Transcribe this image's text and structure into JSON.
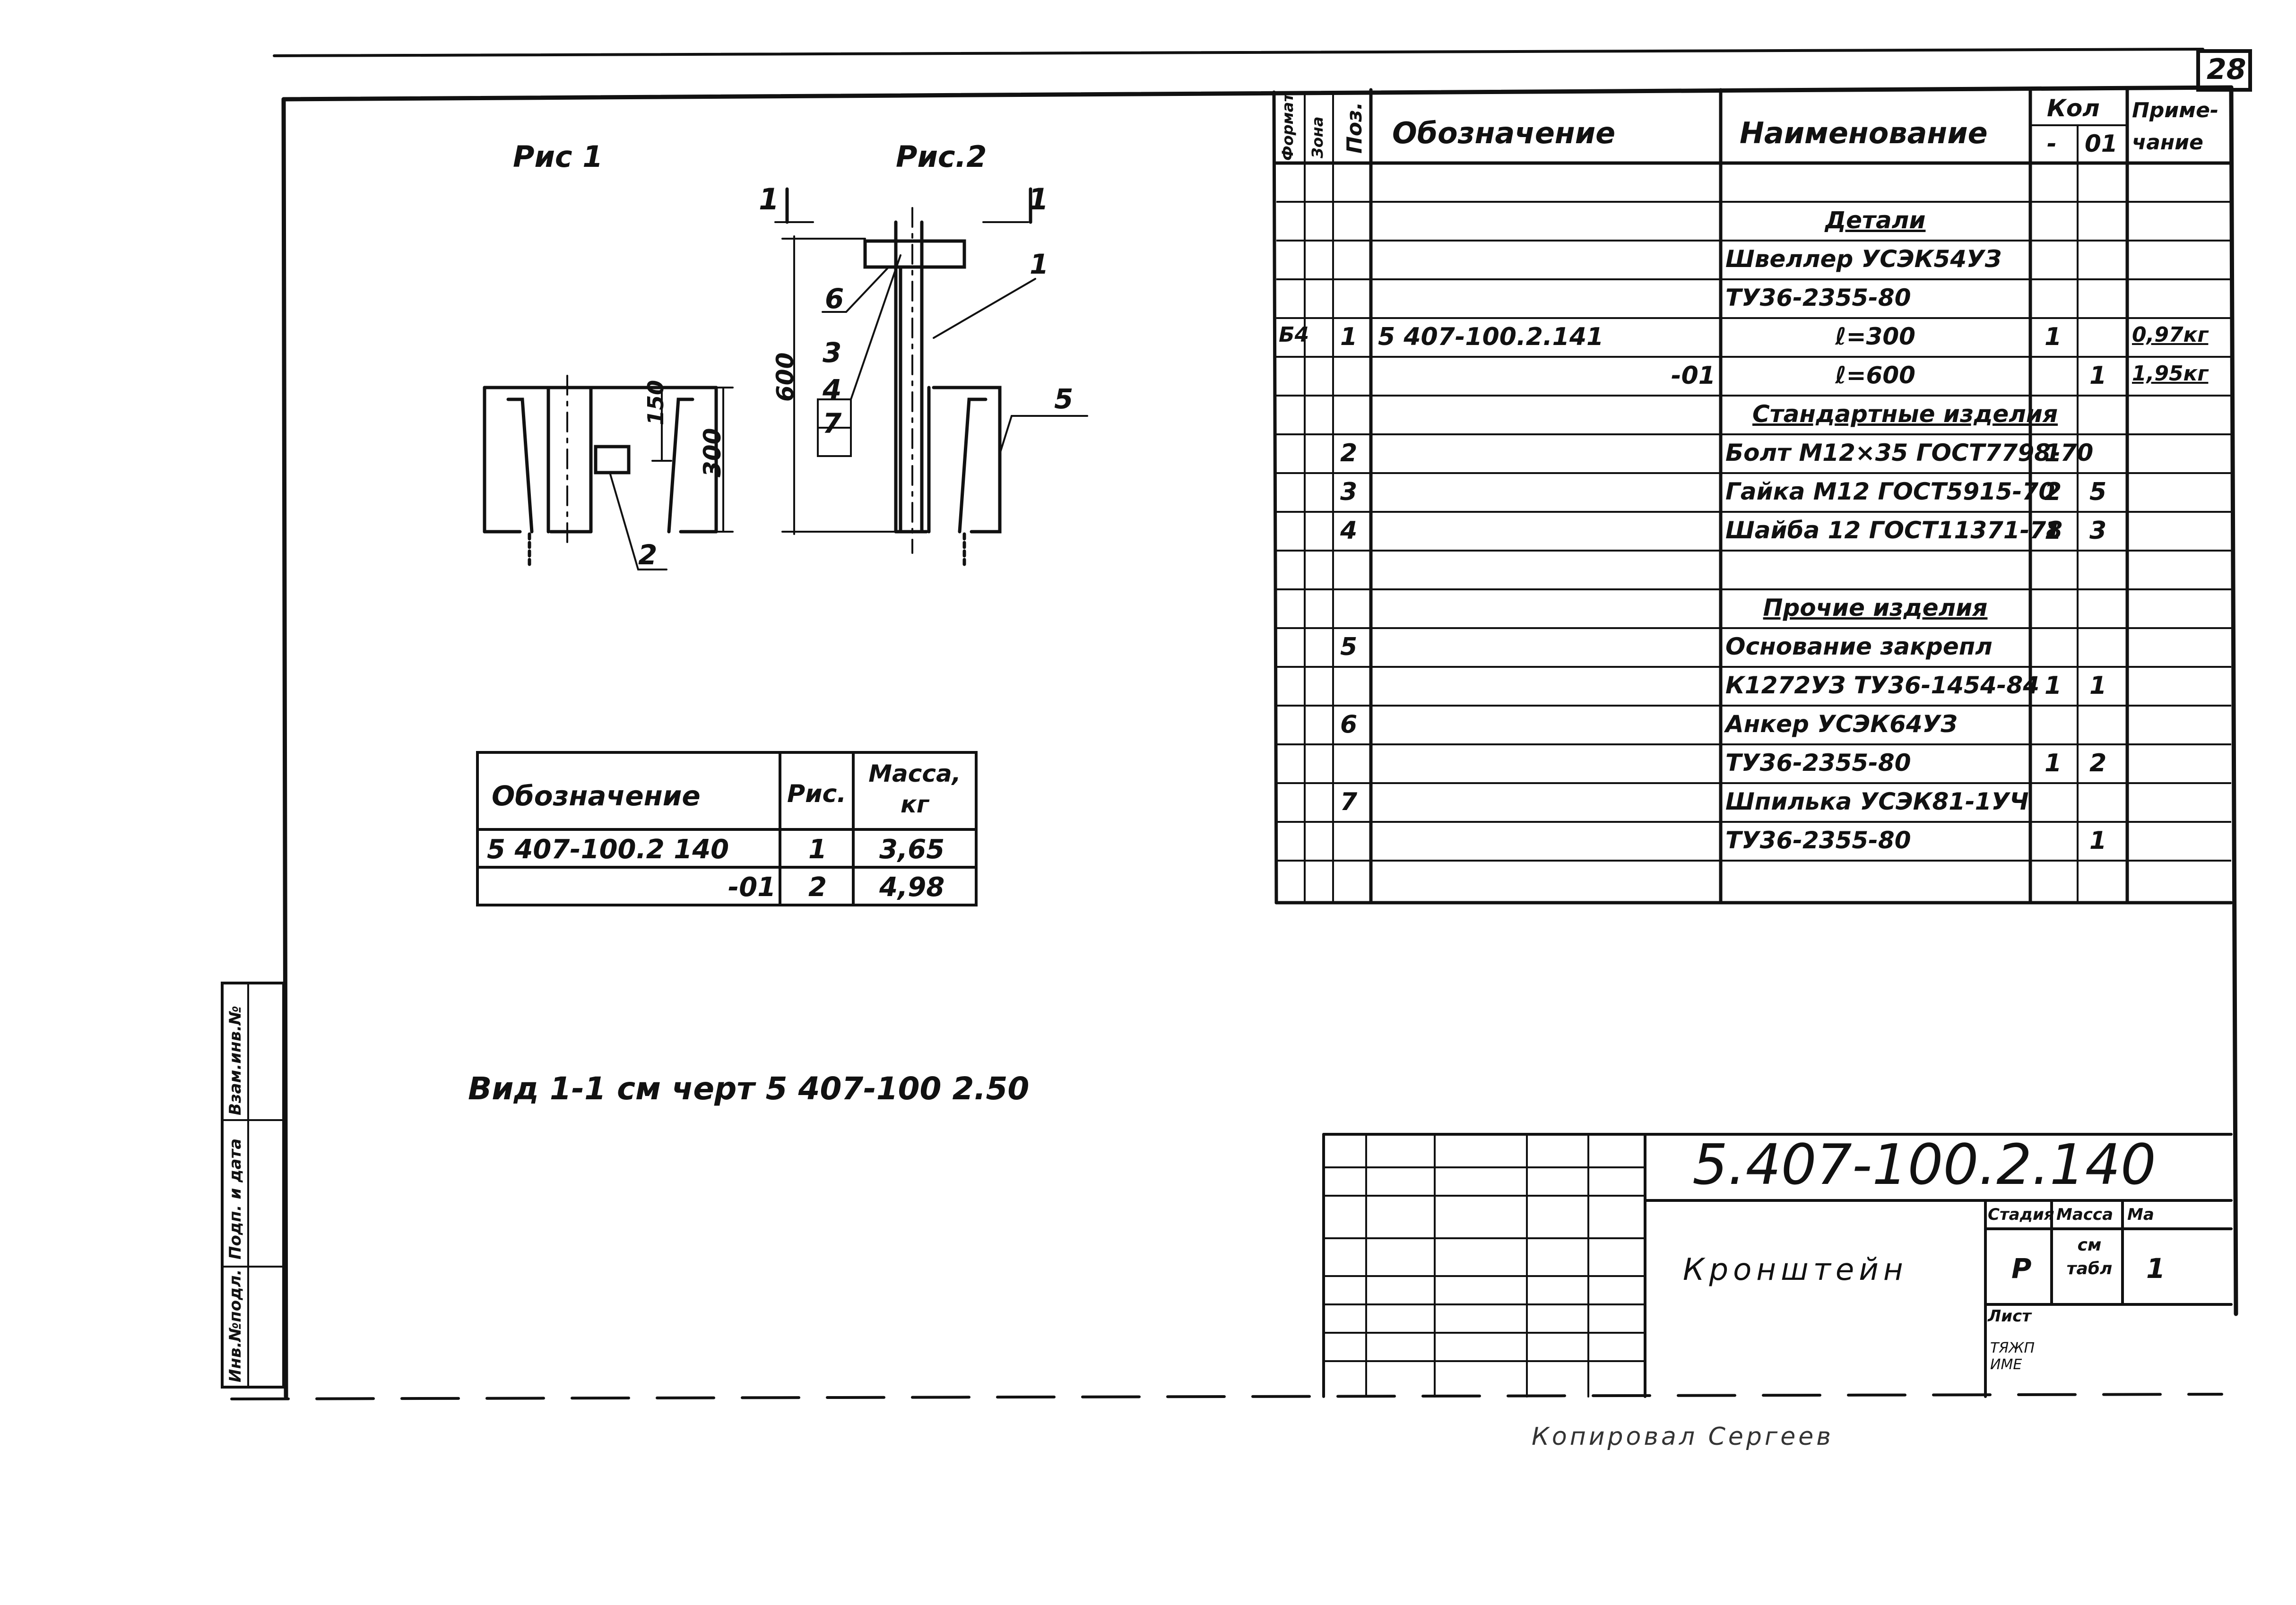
{
  "sheet_number": "28",
  "figures": {
    "fig1_label": "Рис 1",
    "fig2_label": "Рис.2",
    "section_mark_left": "1",
    "section_mark_right": "1",
    "dim_150": "150",
    "dim_300": "300",
    "dim_600": "600",
    "callouts": [
      "1",
      "2",
      "3",
      "4",
      "5",
      "6",
      "7"
    ]
  },
  "mass_table": {
    "headers": [
      "Обозначение",
      "Рис.",
      "Масса, кг"
    ],
    "rows": [
      [
        "5 407-100.2 140",
        "1",
        "3,65"
      ],
      [
        "-01",
        "2",
        "4,98"
      ]
    ]
  },
  "view_note": "Вид 1-1 см черт 5 407-100 2.50",
  "spec_table": {
    "headers": {
      "format": "Формат",
      "zone": "Зона",
      "pos": "Поз.",
      "designation": "Обозначение",
      "name": "Наименование",
      "qty": "Кол",
      "qty_dash": "-",
      "qty_01": "01",
      "note": "Приме-чание"
    },
    "rows": [
      {
        "fmt": "",
        "pos": "",
        "des": "",
        "name": "",
        "q1": "",
        "q2": "",
        "note": ""
      },
      {
        "fmt": "",
        "pos": "",
        "des": "",
        "name": "Детали",
        "q1": "",
        "q2": "",
        "note": "",
        "section": true
      },
      {
        "fmt": "",
        "pos": "",
        "des": "",
        "name": "Швеллер УСЭК54УЗ",
        "q1": "",
        "q2": "",
        "note": ""
      },
      {
        "fmt": "",
        "pos": "",
        "des": "",
        "name": "ТУ36-2355-80",
        "q1": "",
        "q2": "",
        "note": ""
      },
      {
        "fmt": "Б4",
        "pos": "1",
        "des": "5 407-100.2.141",
        "name": "ℓ=300",
        "q1": "1",
        "q2": "",
        "note": "0,97кг"
      },
      {
        "fmt": "",
        "pos": "",
        "des": "-01",
        "name": "ℓ=600",
        "q1": "",
        "q2": "1",
        "note": "1,95кг"
      },
      {
        "fmt": "",
        "pos": "",
        "des": "",
        "name": "Стандартные изделия",
        "q1": "",
        "q2": "",
        "note": "",
        "section": true
      },
      {
        "fmt": "",
        "pos": "2",
        "des": "",
        "name": "Болт М12×35 ГОСТ7798-70",
        "q1": "1",
        "q2": "",
        "note": ""
      },
      {
        "fmt": "",
        "pos": "3",
        "des": "",
        "name": "Гайка М12 ГОСТ5915-70",
        "q1": "2",
        "q2": "5",
        "note": ""
      },
      {
        "fmt": "",
        "pos": "4",
        "des": "",
        "name": "Шайба 12 ГОСТ11371-78",
        "q1": "1",
        "q2": "3",
        "note": ""
      },
      {
        "fmt": "",
        "pos": "",
        "des": "",
        "name": "",
        "q1": "",
        "q2": "",
        "note": ""
      },
      {
        "fmt": "",
        "pos": "",
        "des": "",
        "name": "Прочие изделия",
        "q1": "",
        "q2": "",
        "note": "",
        "section": true
      },
      {
        "fmt": "",
        "pos": "5",
        "des": "",
        "name": "Основание закрепл",
        "q1": "",
        "q2": "",
        "note": ""
      },
      {
        "fmt": "",
        "pos": "",
        "des": "",
        "name": "К1272УЗ ТУ36-1454-84",
        "q1": "1",
        "q2": "1",
        "note": ""
      },
      {
        "fmt": "",
        "pos": "6",
        "des": "",
        "name": "Анкер УСЭК64УЗ",
        "q1": "",
        "q2": "",
        "note": ""
      },
      {
        "fmt": "",
        "pos": "",
        "des": "",
        "name": "ТУ36-2355-80",
        "q1": "1",
        "q2": "2",
        "note": ""
      },
      {
        "fmt": "",
        "pos": "7",
        "des": "",
        "name": "Шпилька УСЭК81-1УЧ",
        "q1": "",
        "q2": "",
        "note": ""
      },
      {
        "fmt": "",
        "pos": "",
        "des": "",
        "name": "ТУ36-2355-80",
        "q1": "",
        "q2": "1",
        "note": ""
      },
      {
        "fmt": "",
        "pos": "",
        "des": "",
        "name": "",
        "q1": "",
        "q2": "",
        "note": ""
      }
    ]
  },
  "title_block": {
    "doc_number": "5.407-100.2.140",
    "title": "Кронштейн",
    "stage_label": "Стадия",
    "mass_label": "Масса",
    "scale_label": "Ма",
    "stage": "Р",
    "mass": "см табл",
    "scale": "1",
    "sheet_label": "Лист",
    "org": "ТЯЖП ИМЕ"
  },
  "left_margin": [
    "Инв.№подл.",
    "Подп. и дата",
    "Взам.инв.№"
  ],
  "footer_note": "Копировал Сергеев"
}
